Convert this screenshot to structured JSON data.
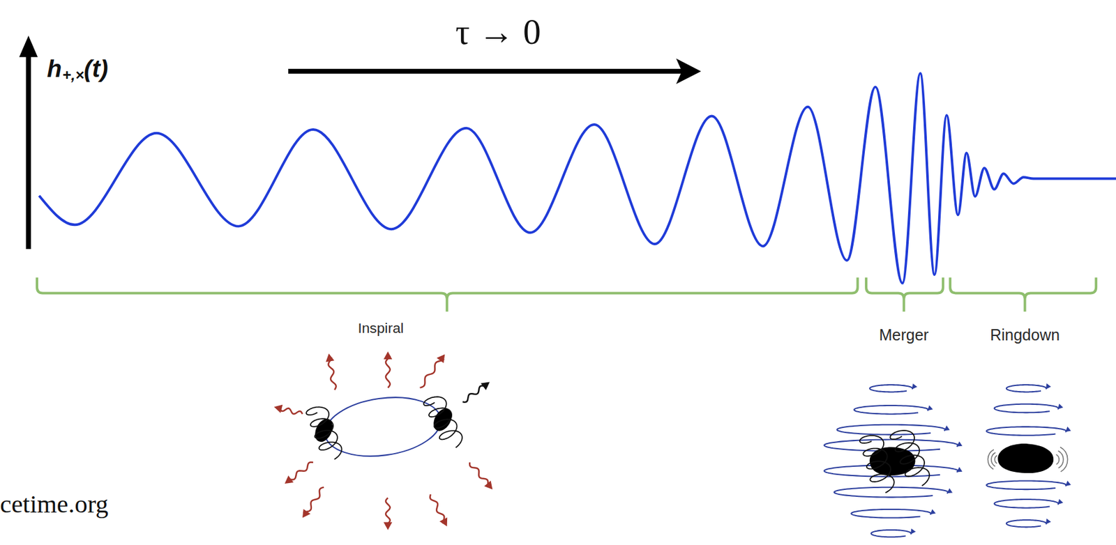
{
  "diagram": {
    "labels": [
      "h",
      "+,×",
      "(t)",
      "τ → 0",
      "Inspiral",
      "Merger",
      "Ringdown",
      "cetime.org"
    ]
  }
}
